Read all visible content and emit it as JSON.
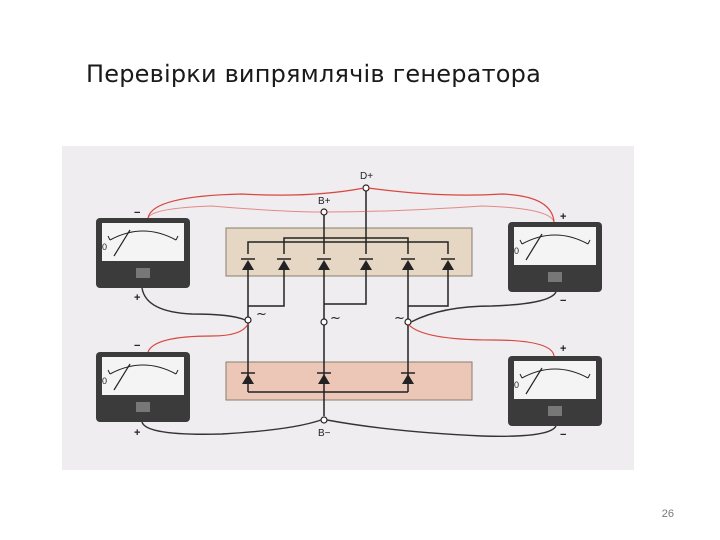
{
  "slide": {
    "title": "Перевірки випрямлячів генератора",
    "page_number": "26"
  },
  "diagram": {
    "terminals": {
      "d_plus": "D+",
      "b_plus": "B+",
      "b_minus": "B−"
    },
    "ac_symbol": "~",
    "meter_zero": "0",
    "polarity": {
      "plus": "+",
      "minus": "−"
    },
    "colors": {
      "upper_plate": "#e6d6c4",
      "lower_plate": "#ecc7b8",
      "red_wire": "#d9473f",
      "black_wire": "#333333",
      "meter_body": "#3b3b3b",
      "meter_face": "#f4f4f4"
    }
  }
}
